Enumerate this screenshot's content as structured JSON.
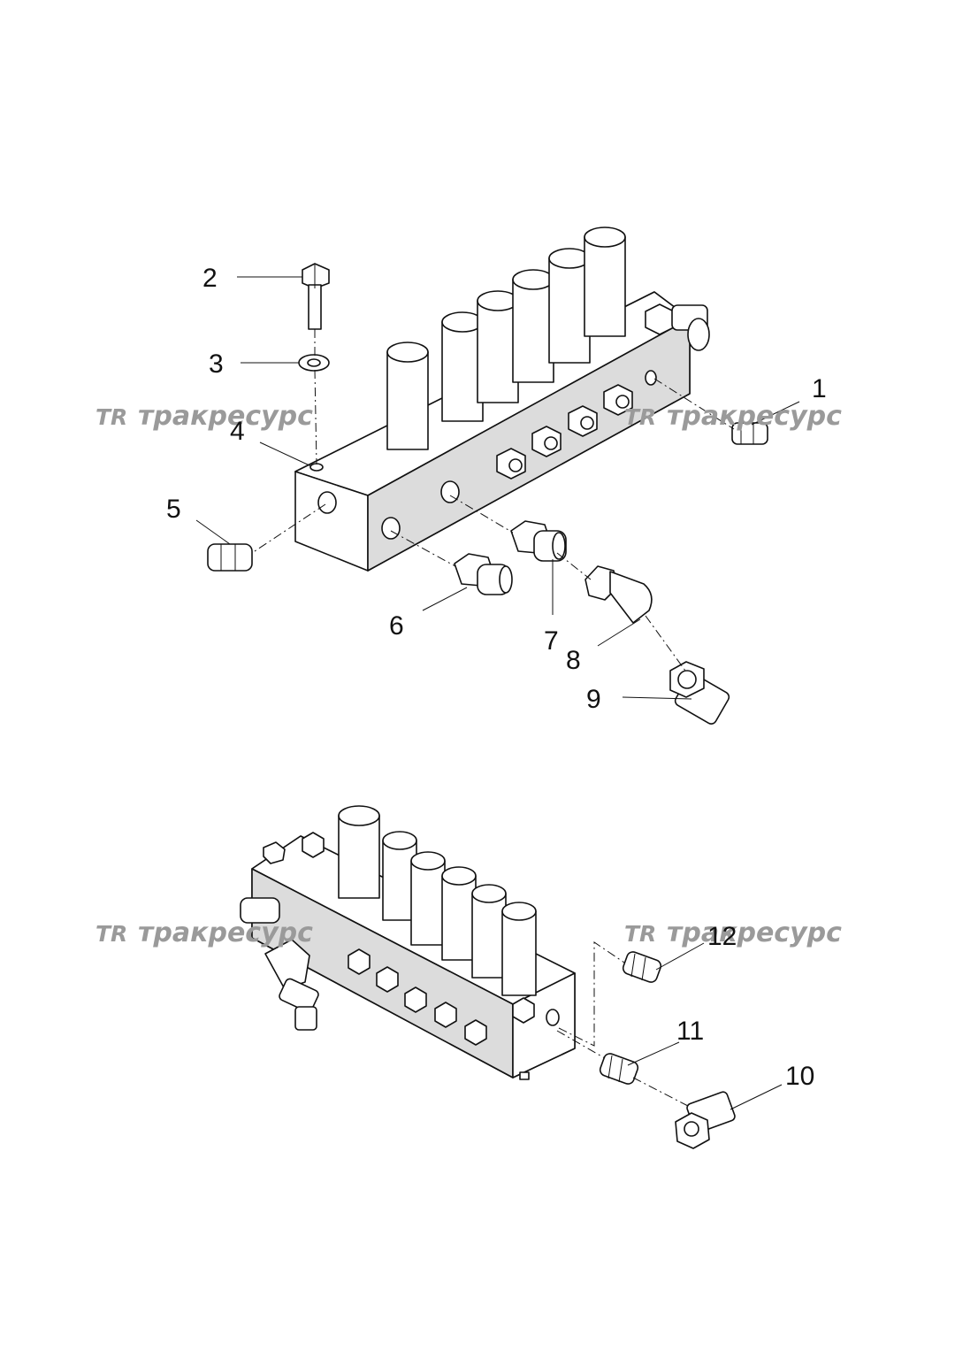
{
  "watermark": {
    "logo": "TR",
    "text": "тракресурс",
    "color": "#9a9a9a"
  },
  "callouts": {
    "c1": "1",
    "c2": "2",
    "c3": "3",
    "c4": "4",
    "c5": "5",
    "c6": "6",
    "c7": "7",
    "c8": "8",
    "c9": "9",
    "c10": "10",
    "c11": "11",
    "c12": "12"
  },
  "colors": {
    "line": "#111111",
    "background": "#ffffff"
  }
}
